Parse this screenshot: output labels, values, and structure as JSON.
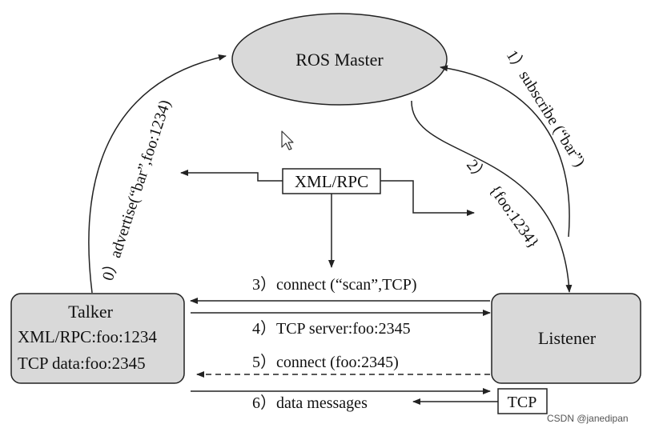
{
  "nodes": {
    "master": {
      "label": "ROS Master"
    },
    "talker": {
      "title": "Talker",
      "line1": "XML/RPC:foo:1234",
      "line2": "TCP data:foo:2345"
    },
    "listener": {
      "label": "Listener"
    },
    "xmlrpc": {
      "label": "XML/RPC"
    },
    "tcp": {
      "label": "TCP"
    }
  },
  "edges": {
    "step0": "0）advertise(“bar”,foo:1234)",
    "step1": "1）subscribe (“bar”)",
    "step2a": "2）",
    "step2b": "{foo:1234}",
    "step3": "3）connect (“scan”,TCP)",
    "step4": "4）TCP server:foo:2345",
    "step5": "5）connect (foo:2345)",
    "step6": "6）data messages"
  },
  "watermark": {
    "text": "CSDN @janedipan"
  },
  "colors": {
    "node_fill": "#d9d9d9",
    "stroke": "#222222",
    "background": "#ffffff"
  }
}
